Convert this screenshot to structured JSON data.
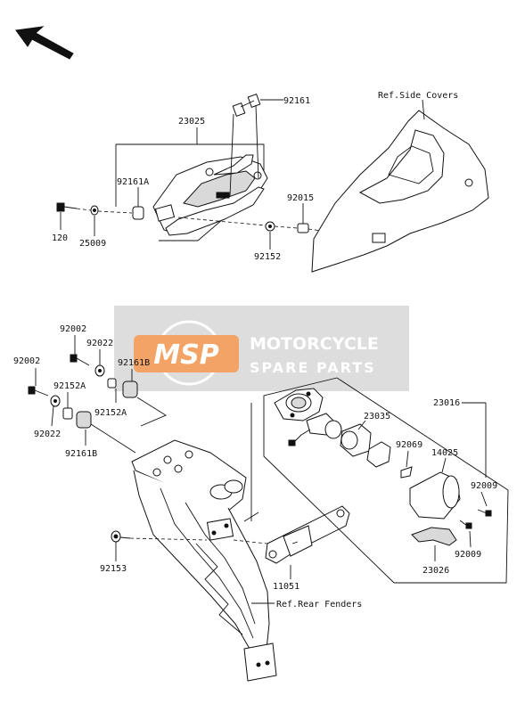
{
  "labels": {
    "p92161_top": "92161",
    "p23025": "23025",
    "ref_side_covers": "Ref.Side Covers",
    "p92161A": "92161A",
    "p92015": "92015",
    "p120": "120",
    "p25009": "25009",
    "p92152": "92152",
    "p92002_a": "92002",
    "p92022_a": "92022",
    "p92002_b": "92002",
    "p92161B_a": "92161B",
    "p92152A_a": "92152A",
    "p92152A_b": "92152A",
    "p92022_b": "92022",
    "p92161B_b": "92161B",
    "p23016": "23016",
    "p23035": "23035",
    "p92069": "92069",
    "p14025": "14025",
    "p92009_a": "92009",
    "p92009_b": "92009",
    "p23026": "23026",
    "p92153": "92153",
    "p11051": "11051",
    "ref_rear_fenders": "Ref.Rear Fenders"
  },
  "watermark": {
    "logo": "MSP",
    "line1": "MOTORCYCLE",
    "line2": "SPARE PARTS"
  },
  "colors": {
    "ink": "#111111",
    "watermark_orange": "#f08a3c",
    "watermark_grey": "#cfcfcf"
  }
}
